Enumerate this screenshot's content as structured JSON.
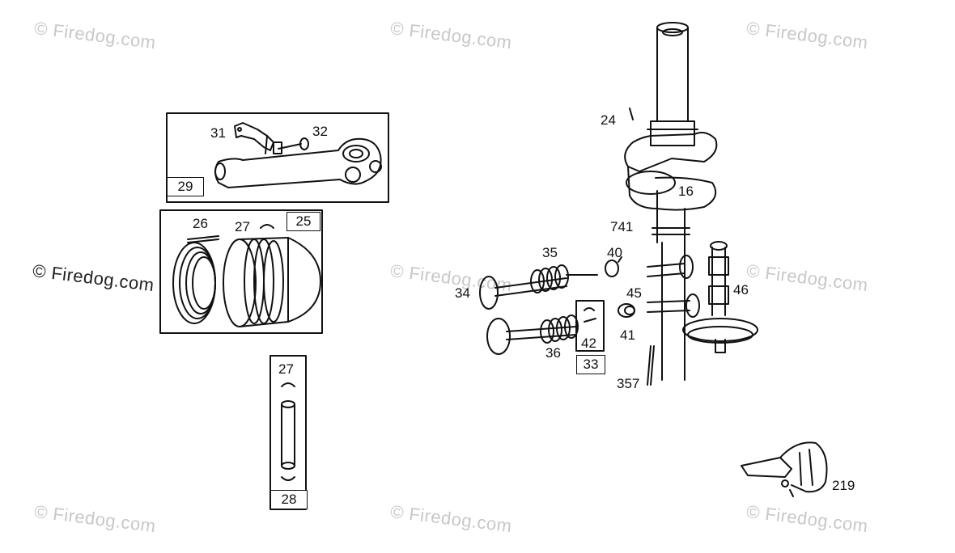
{
  "watermark": "© Firedog.com",
  "parts": {
    "p16": "16",
    "p24": "24",
    "p25": "25",
    "p26": "26",
    "p27a": "27",
    "p27b": "27",
    "p28": "28",
    "p29": "29",
    "p31": "31",
    "p32": "32",
    "p33": "33",
    "p34": "34",
    "p35": "35",
    "p36": "36",
    "p40": "40",
    "p41": "41",
    "p42": "42",
    "p45": "45",
    "p46": "46",
    "p219": "219",
    "p357": "357",
    "p741": "741"
  }
}
